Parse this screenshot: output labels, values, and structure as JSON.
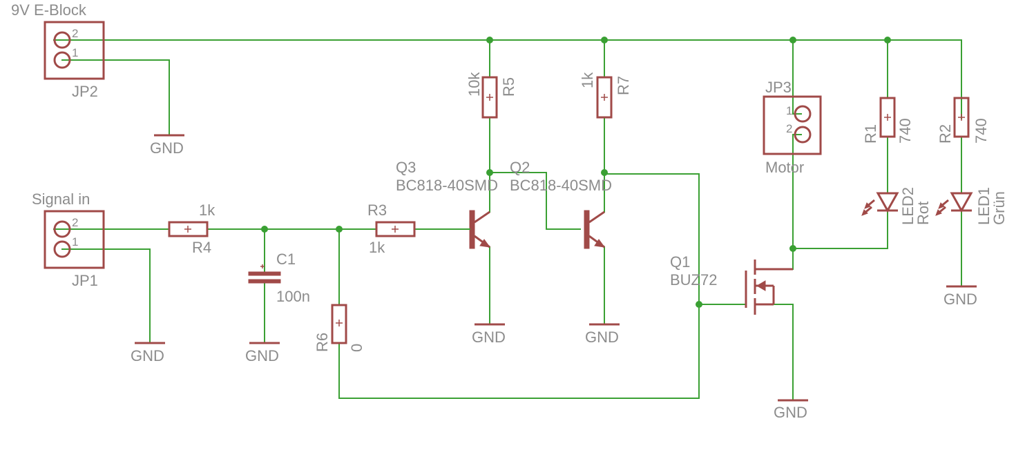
{
  "schematic": {
    "labels": {
      "jp2_value": "9V E-Block",
      "jp2_name": "JP2",
      "jp1_value": "Signal in",
      "jp1_name": "JP1",
      "jp3_name": "JP3",
      "jp3_value": "Motor",
      "r4_name": "R4",
      "r4_value": "1k",
      "r3_name": "R3",
      "r3_value": "1k",
      "r5_name": "R5",
      "r5_value": "10k",
      "r7_name": "R7",
      "r7_value": "1k",
      "r6_name": "R6",
      "r6_value": "0",
      "r1_name": "R1",
      "r1_value": "740",
      "r2_name": "R2",
      "r2_value": "740",
      "c1_name": "C1",
      "c1_value": "100n",
      "q3_name": "Q3",
      "q3_value": "BC818-40SMD",
      "q2_name": "Q2",
      "q2_value": "BC818-40SMD",
      "q1_name": "Q1",
      "q1_value": "BUZ72",
      "led2_name": "LED2",
      "led2_value": "Rot",
      "led1_name": "LED1",
      "led1_value": "Grün",
      "gnd": "GND",
      "pin1": "1",
      "pin2": "2"
    },
    "colors": {
      "wire": "#3aa033",
      "part": "#a04a48",
      "label": "#8c8c8c"
    }
  }
}
